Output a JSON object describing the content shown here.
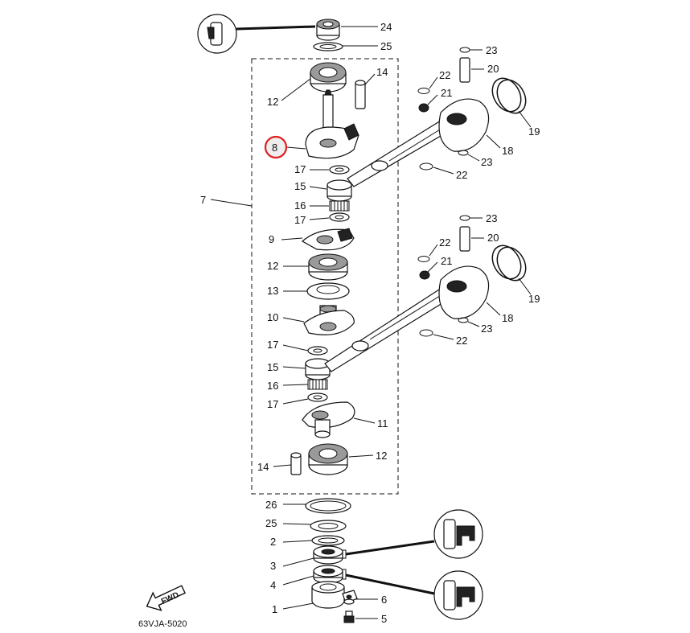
{
  "diagram": {
    "code": "63VJA-5020",
    "fwd_label": "FWD",
    "highlight_color": "#e02020",
    "labels": {
      "p24": "24",
      "p25_top": "25",
      "p23_a": "23",
      "p20_a": "20",
      "p22_a": "22",
      "p21_a": "21",
      "p14_top": "14",
      "p12_top": "12",
      "p19_a": "19",
      "p8": "8",
      "p18_a": "18",
      "p23_b": "23",
      "p17_a": "17",
      "p22_b": "22",
      "p15_a": "15",
      "p7": "7",
      "p16_a": "16",
      "p17_b": "17",
      "p23_c": "23",
      "p9": "9",
      "p20_b": "20",
      "p22_c": "22",
      "p21_b": "21",
      "p12_mid": "12",
      "p19_b": "19",
      "p13": "13",
      "p10": "10",
      "p18_b": "18",
      "p23_d": "23",
      "p17_c": "17",
      "p22_d": "22",
      "p15_b": "15",
      "p16_b": "16",
      "p17_d": "17",
      "p11": "11",
      "p12_bot": "12",
      "p14_bot": "14",
      "p26": "26",
      "p25_bot": "25",
      "p2": "2",
      "p3": "3",
      "p4": "4",
      "p1": "1",
      "p6": "6",
      "p5": "5"
    }
  }
}
